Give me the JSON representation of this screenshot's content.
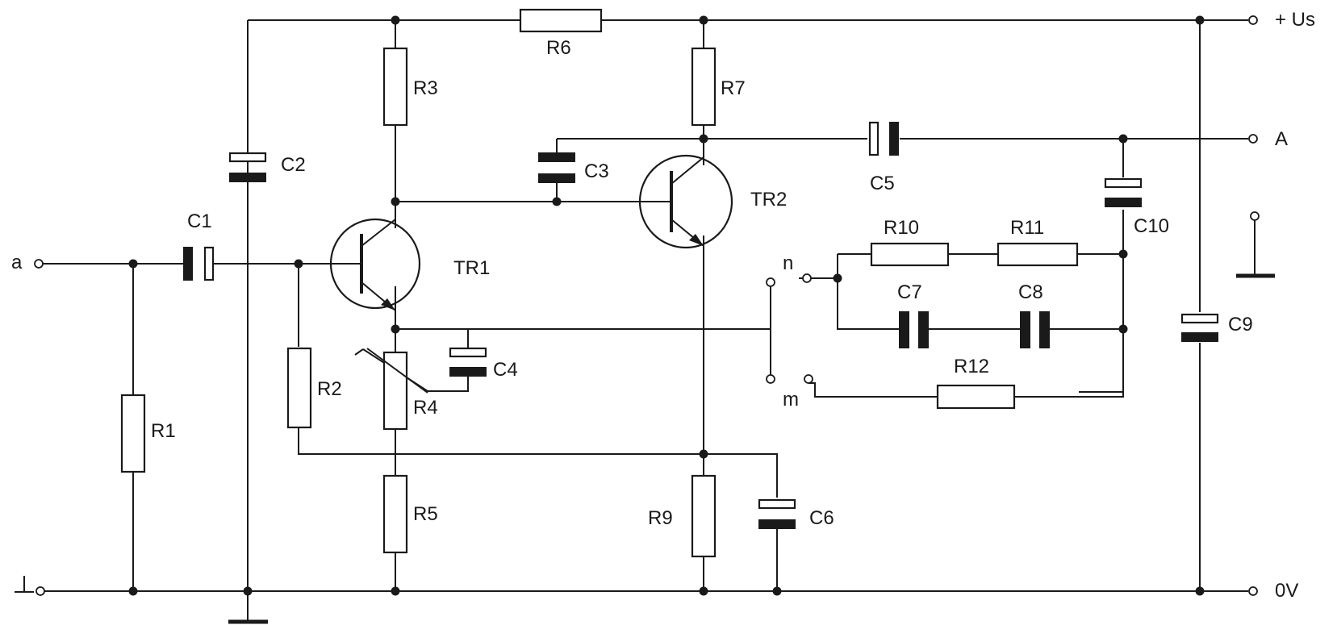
{
  "terminals": {
    "input": "a",
    "supply": "+ Us",
    "output": "A",
    "ground": "0V",
    "switch_n": "n",
    "switch_m": "m"
  },
  "resistors": {
    "r1": "R1",
    "r2": "R2",
    "r3": "R3",
    "r4": "R4",
    "r5": "R5",
    "r6": "R6",
    "r7": "R7",
    "r9": "R9",
    "r10": "R10",
    "r11": "R11",
    "r12": "R12"
  },
  "capacitors": {
    "c1": "C1",
    "c2": "C2",
    "c3": "C3",
    "c4": "C4",
    "c5": "C5",
    "c6": "C6",
    "c7": "C7",
    "c8": "C8",
    "c9": "C9",
    "c10": "C10"
  },
  "transistors": {
    "tr1": "TR1",
    "tr2": "TR2"
  },
  "colors": {
    "ink": "#1a1a1a",
    "paper": "#ffffff"
  }
}
